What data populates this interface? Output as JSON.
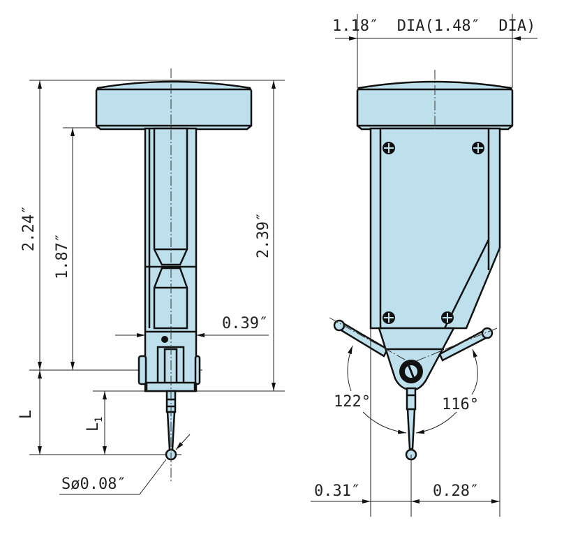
{
  "colors": {
    "body_fill": "#bde0ec",
    "line": "#111111"
  },
  "side_view": {
    "dim_total_height": "2.24″",
    "dim_stem_height": "1.87″",
    "dim_overall": "2.39″",
    "dim_stem_width": "0.39″",
    "dim_L": "L",
    "dim_L1_base": "L",
    "dim_L1_sub": "1",
    "dim_ball": "Sø0.08″"
  },
  "front_view": {
    "dim_dial": "1.18″  DIA(1.48″  DIA)",
    "angle_left": "122°",
    "angle_right": "116°",
    "dim_left_offset": "0.31″",
    "dim_right_offset": "0.28″"
  }
}
